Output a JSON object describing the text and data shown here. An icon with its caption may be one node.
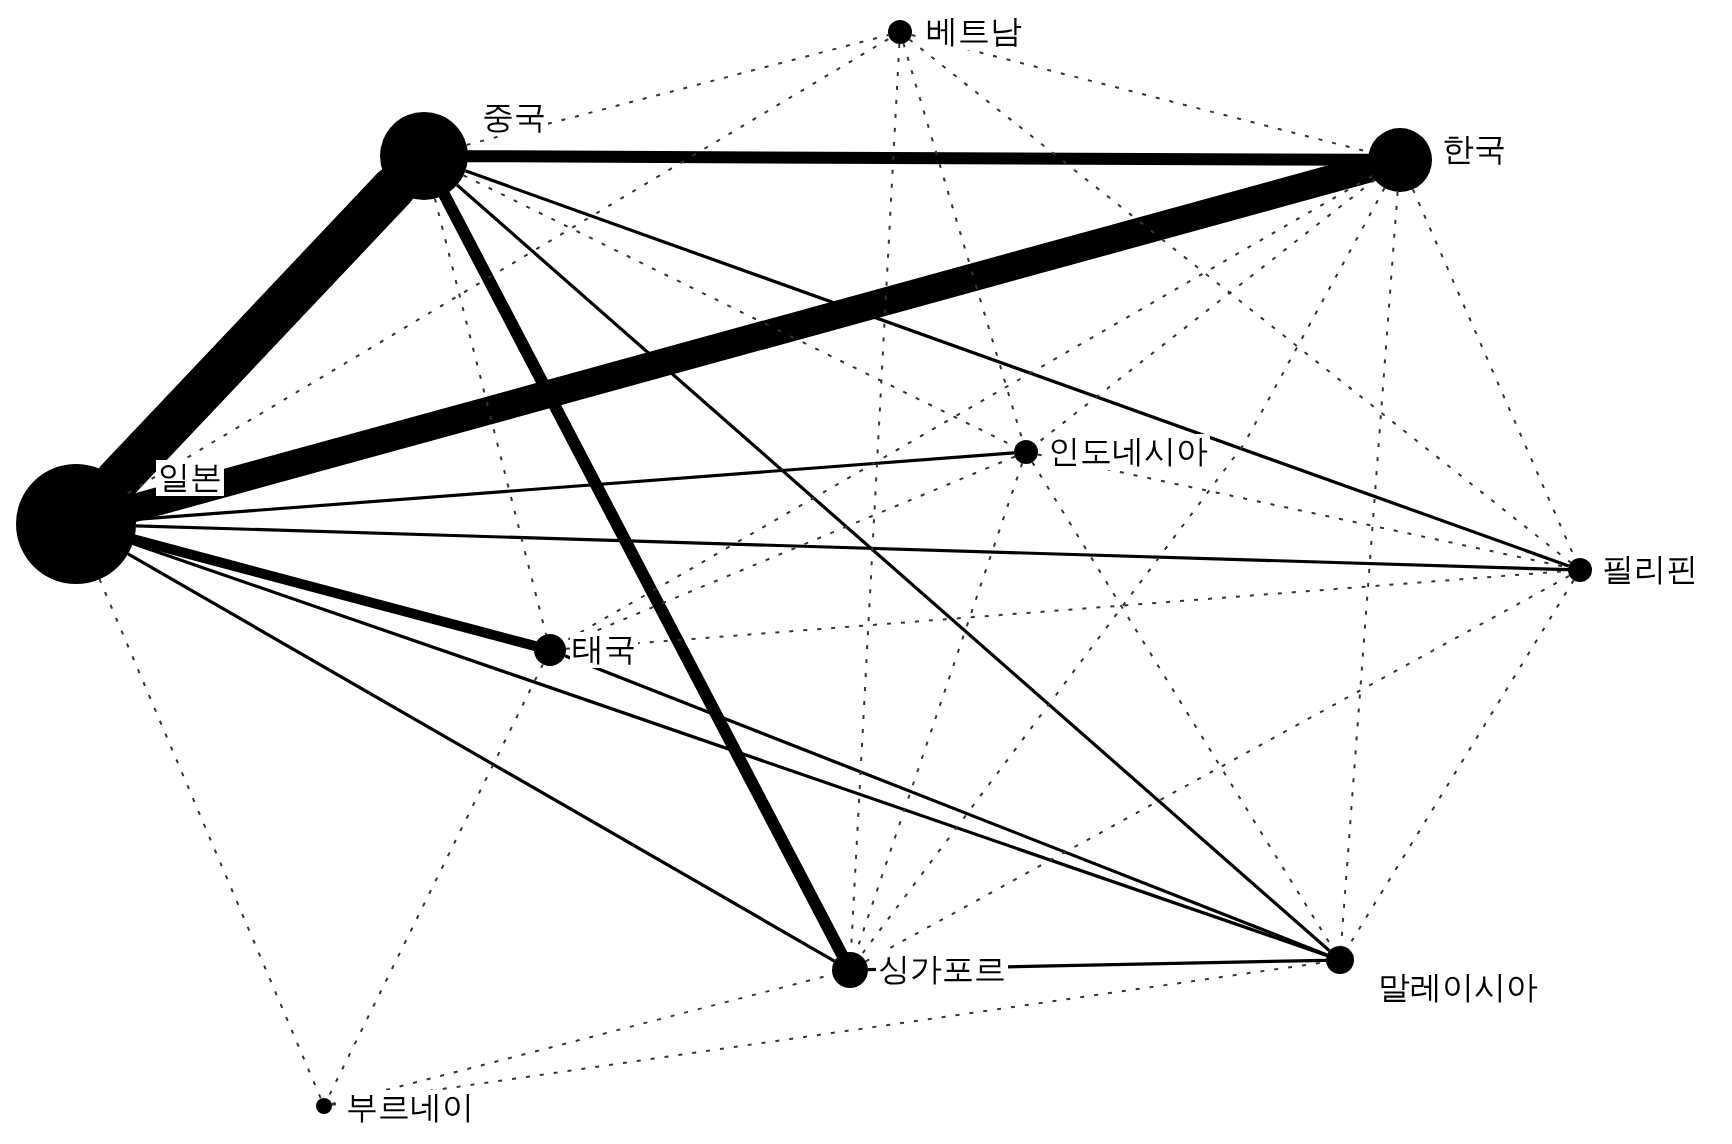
{
  "diagram": {
    "nodes": [
      {
        "text": [
          "중국"
        ]
      },
      {
        "text": [
          "베트남"
        ]
      },
      {
        "text": [
          "한국"
        ]
      },
      {
        "text": [
          "일본"
        ]
      },
      {
        "text": [
          "인도네시아"
        ]
      },
      {
        "text": [
          "필리핀"
        ]
      },
      {
        "text": [
          "태국"
        ]
      },
      {
        "text": [
          "싱가포르"
        ]
      },
      {
        "text": [
          "말레이시아"
        ]
      },
      {
        "text": [
          "부르네이"
        ]
      }
    ],
    "edges": [
      {
        "from": 3,
        "to": 0,
        "arrow": "none",
        "style": "thick"
      },
      {
        "from": 3,
        "to": 2,
        "arrow": "none",
        "style": "thick"
      },
      {
        "from": 0,
        "to": 2,
        "arrow": "none",
        "style": "thick"
      },
      {
        "from": 0,
        "to": 7,
        "arrow": "none",
        "style": "thick"
      },
      {
        "from": 3,
        "to": 6,
        "arrow": "none",
        "style": "thick"
      },
      {
        "from": 3,
        "to": 4,
        "arrow": "none"
      },
      {
        "from": 3,
        "to": 5,
        "arrow": "none"
      },
      {
        "from": 3,
        "to": 7,
        "arrow": "none"
      },
      {
        "from": 3,
        "to": 8,
        "arrow": "none"
      },
      {
        "from": 0,
        "to": 5,
        "arrow": "none"
      },
      {
        "from": 0,
        "to": 8,
        "arrow": "none"
      },
      {
        "from": 7,
        "to": 8,
        "arrow": "none"
      },
      {
        "from": 6,
        "to": 8,
        "arrow": "none"
      },
      {
        "from": 0,
        "to": 1,
        "arrow": "none",
        "style": "dashed"
      },
      {
        "from": 3,
        "to": 1,
        "arrow": "none",
        "style": "dashed"
      },
      {
        "from": 1,
        "to": 2,
        "arrow": "none",
        "style": "dashed"
      },
      {
        "from": 1,
        "to": 4,
        "arrow": "none",
        "style": "dashed"
      },
      {
        "from": 1,
        "to": 5,
        "arrow": "none",
        "style": "dashed"
      },
      {
        "from": 1,
        "to": 7,
        "arrow": "none",
        "style": "dashed"
      },
      {
        "from": 0,
        "to": 4,
        "arrow": "none",
        "style": "dashed"
      },
      {
        "from": 0,
        "to": 6,
        "arrow": "none",
        "style": "dashed"
      },
      {
        "from": 2,
        "to": 4,
        "arrow": "none",
        "style": "dashed"
      },
      {
        "from": 2,
        "to": 5,
        "arrow": "none",
        "style": "dashed"
      },
      {
        "from": 2,
        "to": 6,
        "arrow": "none",
        "style": "dashed"
      },
      {
        "from": 2,
        "to": 7,
        "arrow": "none",
        "style": "dashed"
      },
      {
        "from": 2,
        "to": 8,
        "arrow": "none",
        "style": "dashed"
      },
      {
        "from": 4,
        "to": 5,
        "arrow": "none",
        "style": "dashed"
      },
      {
        "from": 4,
        "to": 6,
        "arrow": "none",
        "style": "dashed"
      },
      {
        "from": 4,
        "to": 7,
        "arrow": "none",
        "style": "dashed"
      },
      {
        "from": 4,
        "to": 8,
        "arrow": "none",
        "style": "dashed"
      },
      {
        "from": 6,
        "to": 5,
        "arrow": "none",
        "style": "dashed"
      },
      {
        "from": 7,
        "to": 5,
        "arrow": "none",
        "style": "dashed"
      },
      {
        "from": 5,
        "to": 8,
        "arrow": "none",
        "style": "dashed"
      },
      {
        "from": 3,
        "to": 9,
        "arrow": "none",
        "style": "dashed"
      },
      {
        "from": 6,
        "to": 9,
        "arrow": "none",
        "style": "dashed"
      },
      {
        "from": 9,
        "to": 7,
        "arrow": "none",
        "style": "dashed"
      },
      {
        "from": 9,
        "to": 8,
        "arrow": "none",
        "style": "dashed"
      }
    ]
  }
}
